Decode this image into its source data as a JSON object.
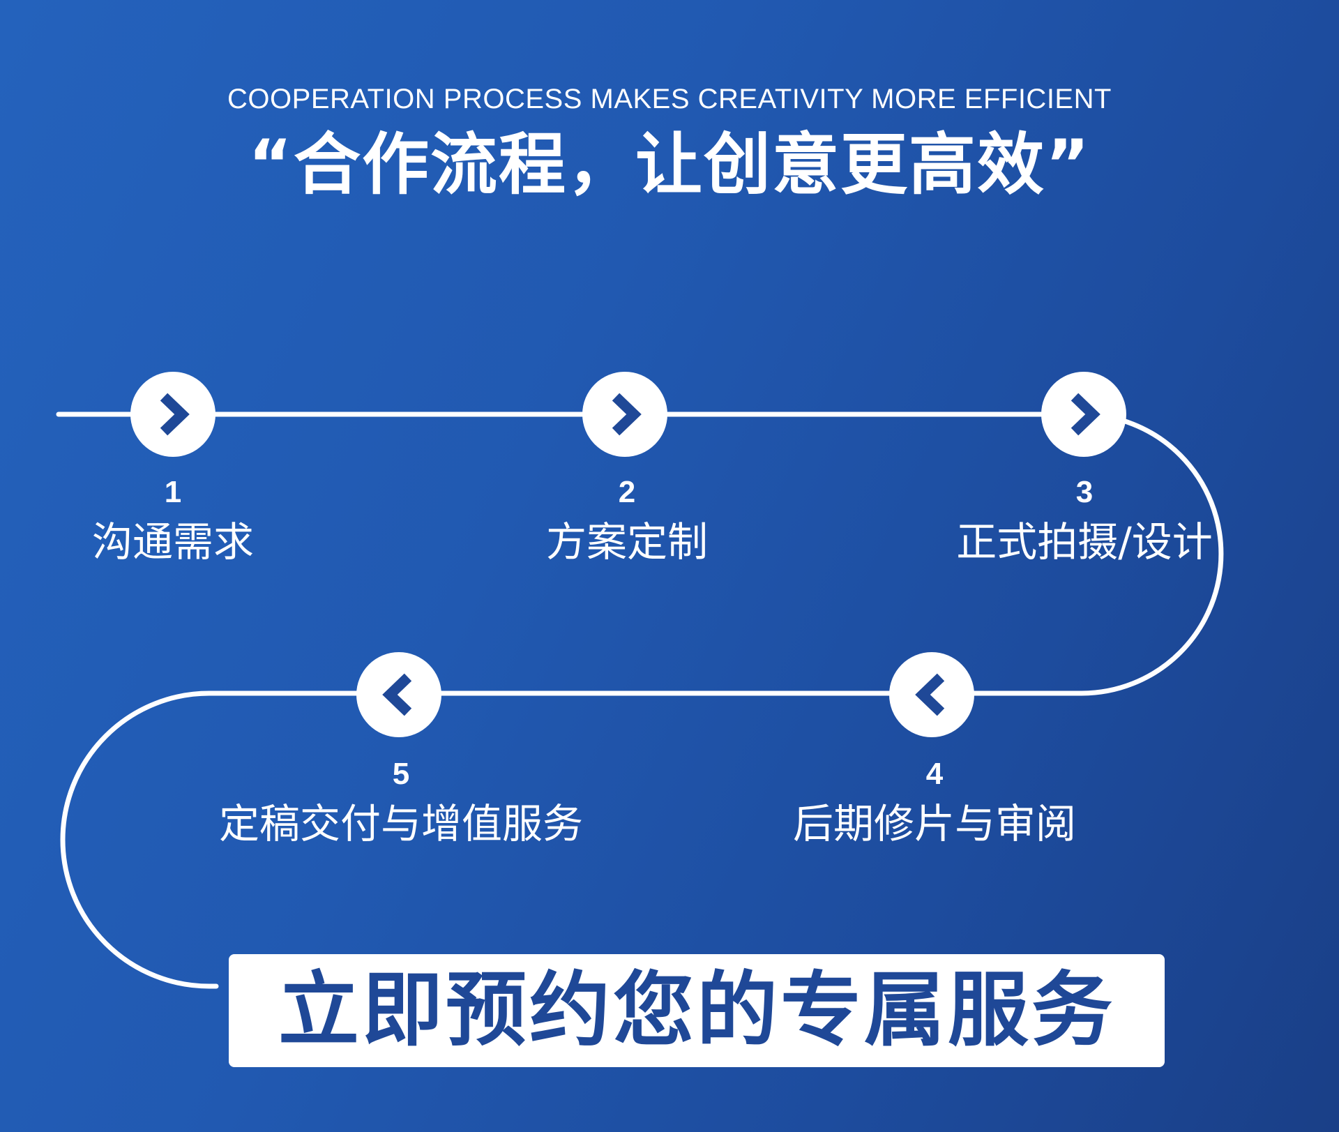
{
  "header": {
    "eyebrow": "COOPERATION PROCESS MAKES CREATIVITY MORE EFFICIENT",
    "title": "“合作流程，让创意更高效”"
  },
  "colors": {
    "background_start": "#2462bc",
    "background_end": "#1a3f87",
    "line": "#ffffff",
    "arrow": "#1f4897",
    "cta_text": "#1f4897"
  },
  "steps": [
    {
      "number": "1",
      "label": "沟通需求",
      "icon": "chevron-right-icon"
    },
    {
      "number": "2",
      "label": "方案定制",
      "icon": "chevron-right-icon"
    },
    {
      "number": "3",
      "label": "正式拍摄/设计",
      "icon": "chevron-right-icon"
    },
    {
      "number": "4",
      "label": "后期修片与审阅",
      "icon": "chevron-left-icon"
    },
    {
      "number": "5",
      "label": "定稿交付与增值服务",
      "icon": "chevron-left-icon"
    }
  ],
  "cta": {
    "label": "立即预约您的专属服务"
  }
}
